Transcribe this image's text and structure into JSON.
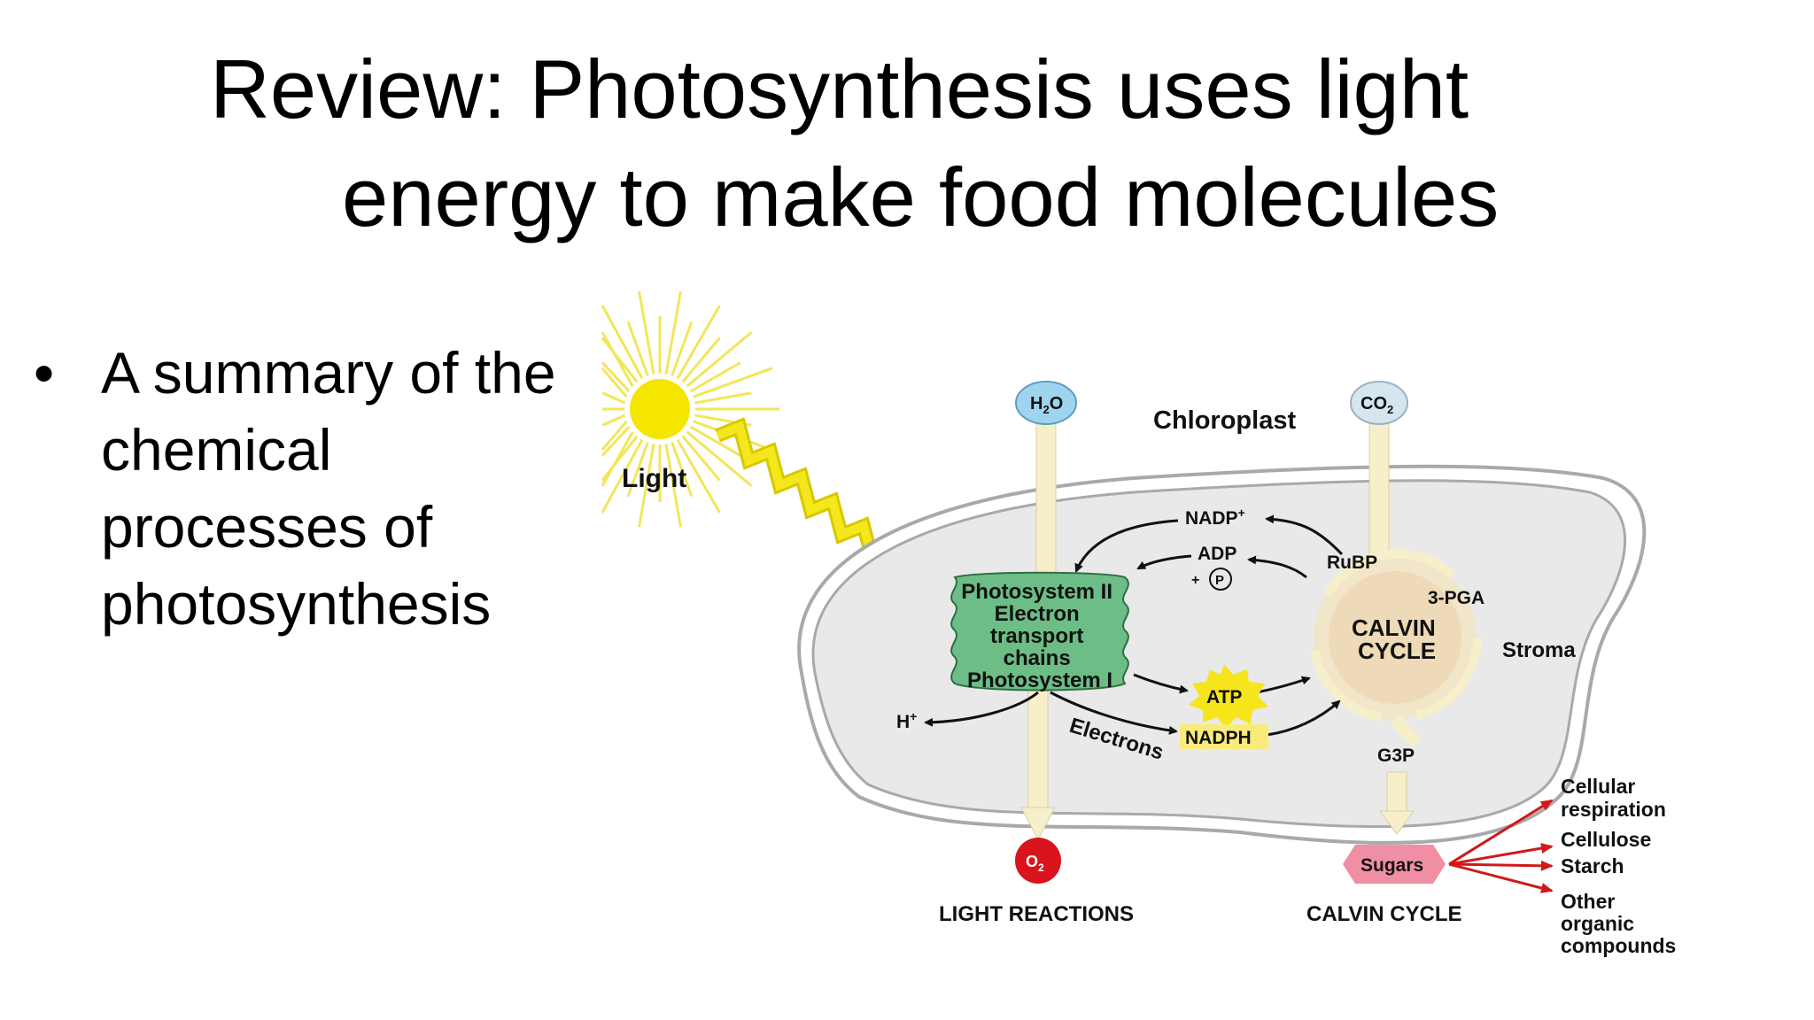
{
  "slide": {
    "title_line1": "Review: Photosynthesis uses light",
    "title_line2": "energy to make food molecules",
    "bullet_symbol": "•",
    "bullet_text": "A summary of the chemical processes of photosynthesis"
  },
  "diagram": {
    "light": "Light",
    "water": "H",
    "water_sub": "2",
    "water_tail": "O",
    "co2": "CO",
    "co2_sub": "2",
    "chloroplast": "Chloroplast",
    "nadp": "NADP",
    "nadp_sup": "+",
    "adp": "ADP",
    "plus": "+",
    "phosphate": "P",
    "rubp": "RuBP",
    "pga": "3-PGA",
    "calvin_line1": "CALVIN",
    "calvin_line2": "CYCLE",
    "stroma": "Stroma",
    "ps_lines": [
      "Photosystem II",
      "Electron",
      "transport",
      "chains",
      "Photosystem I"
    ],
    "atp": "ATP",
    "nadph": "NADPH",
    "h_ion": "H",
    "h_sup": "+",
    "electrons": "Electrons",
    "g3p": "G3P",
    "oxygen": "O",
    "oxygen_sub": "2",
    "sugars": "Sugars",
    "light_reactions": "LIGHT REACTIONS",
    "calvin_cycle_label": "CALVIN CYCLE",
    "products": [
      "Cellular",
      "respiration",
      "Cellulose",
      "Starch",
      "Other",
      "organic",
      "compounds"
    ]
  },
  "colors": {
    "sun": "#f5e600",
    "bolt": "#f2e200",
    "water_drop": "#9fd4ef",
    "co2_drop": "#d6e6ef",
    "thylakoid": "#6cbd86",
    "calvin": "#eed9b8",
    "pipe": "#f7efc9",
    "oxygen": "#d9141c",
    "sugars": "#f08fa4",
    "product_arrows": "#d01919",
    "atp_burst": "#f6e51a",
    "stroma": "#e9e9e9"
  }
}
